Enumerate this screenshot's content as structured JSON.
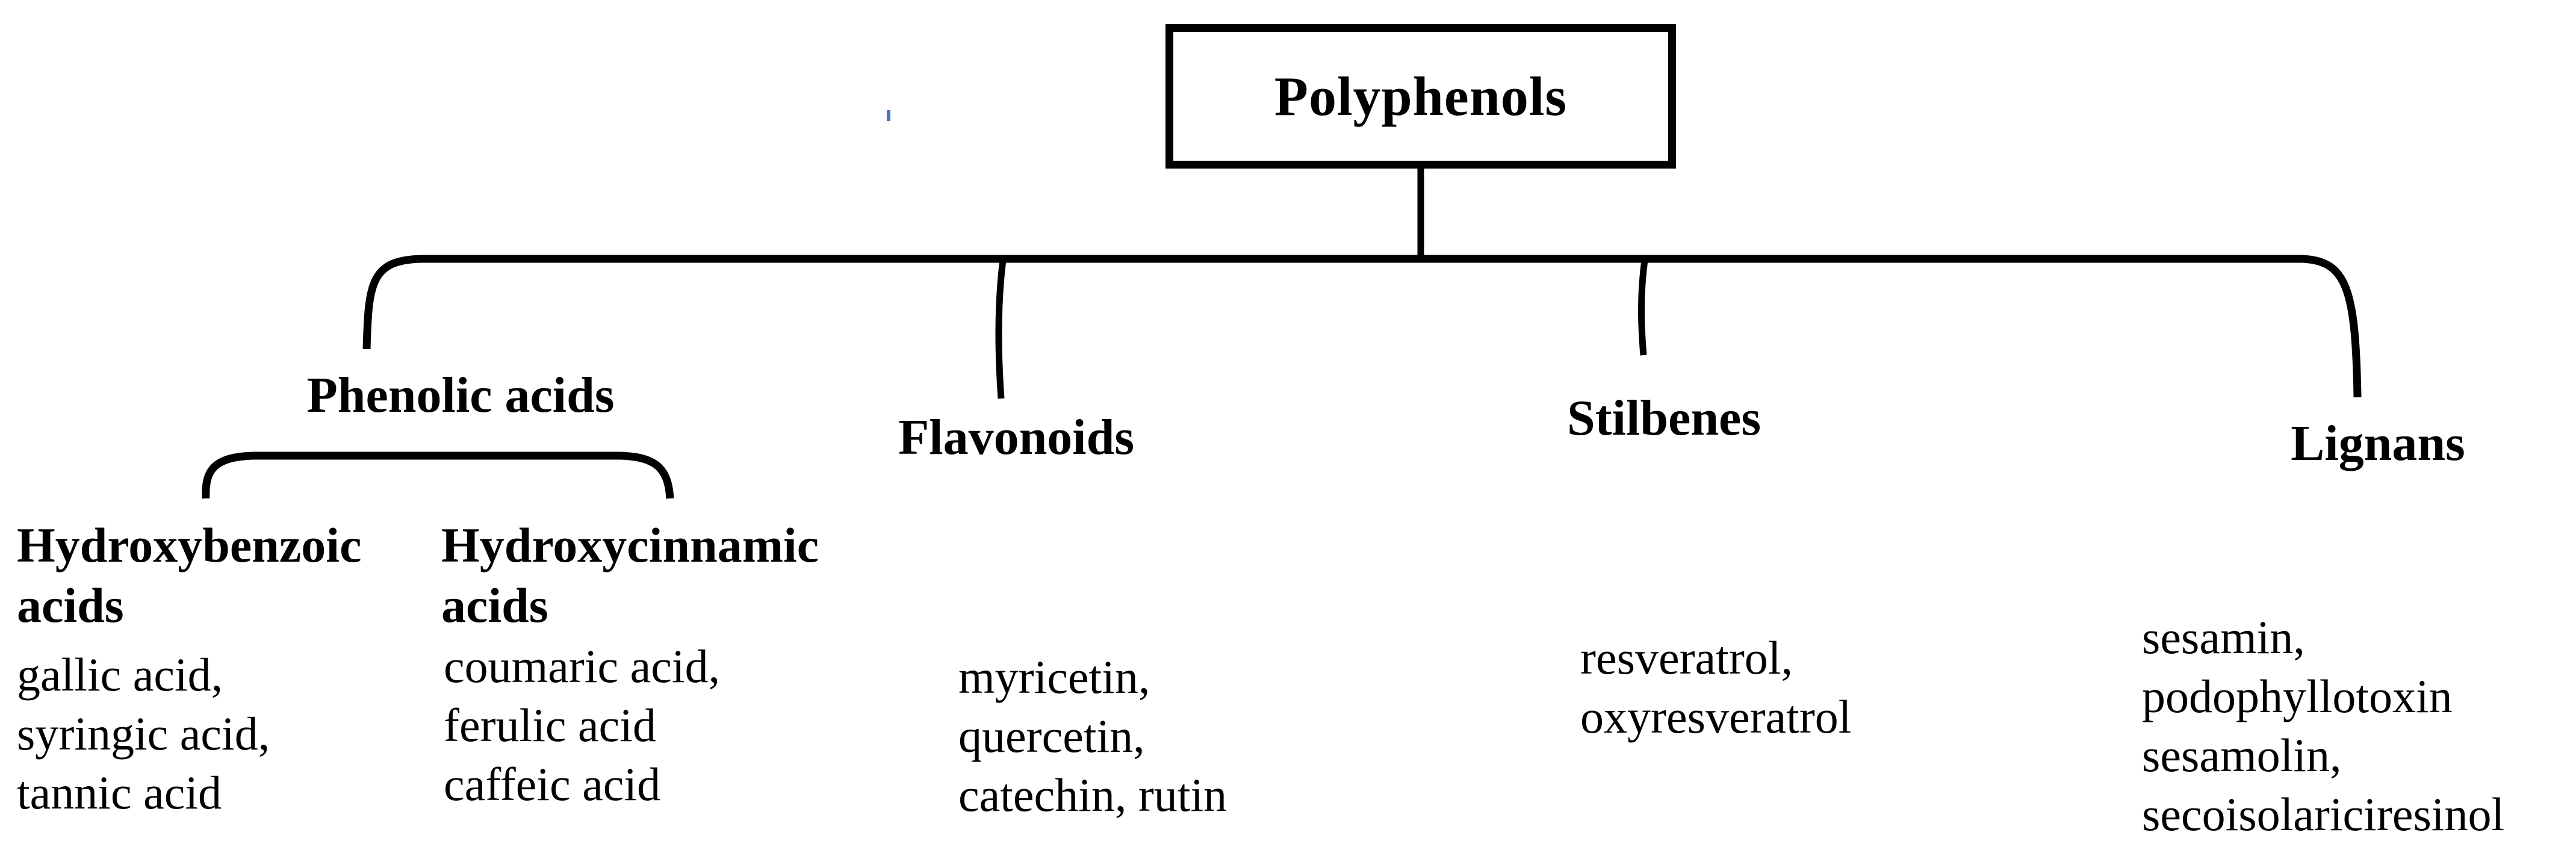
{
  "background_color": "#ffffff",
  "ink_color": "#000000",
  "artifact_color": "#4a72c4",
  "tree": {
    "root_label": "Polyphenols",
    "branches": {
      "phenolic_acids": {
        "label": "Phenolic acids",
        "children": {
          "hydroxybenzoic": {
            "label_line1": "Hydroxybenzoic",
            "label_line2": "acids",
            "examples": [
              "gallic acid,",
              "syringic acid,",
              "tannic acid"
            ]
          },
          "hydroxycinnamic": {
            "label_line1": "Hydroxycinnamic",
            "label_line2": "acids",
            "examples": [
              "coumaric acid,",
              "ferulic acid",
              "caffeic acid"
            ]
          }
        }
      },
      "flavonoids": {
        "label": "Flavonoids",
        "examples": [
          "myricetin,",
          "quercetin,",
          "catechin, rutin"
        ]
      },
      "stilbenes": {
        "label": "Stilbenes",
        "examples": [
          "resveratrol,",
          "oxyresveratrol"
        ]
      },
      "lignans": {
        "label": "Lignans",
        "examples": [
          "sesamin,",
          "podophyllotoxin",
          "sesamolin,",
          "secoisolariciresinol"
        ]
      }
    }
  }
}
